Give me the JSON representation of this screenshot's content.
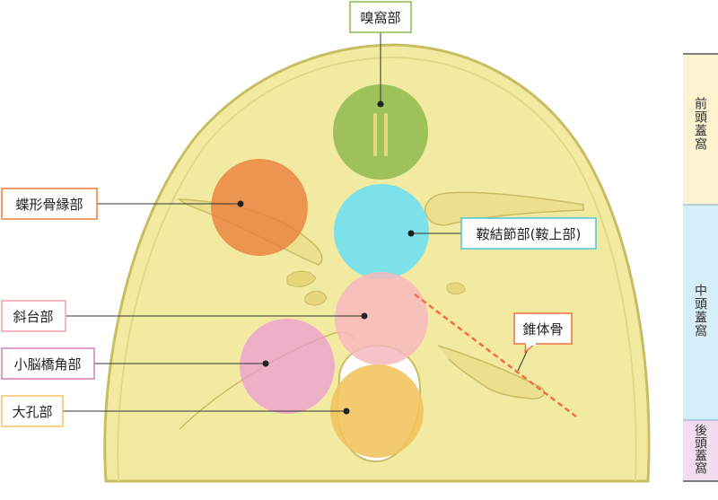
{
  "labels": {
    "olfactory": "嗅窩部",
    "sphenoid_ridge": "蝶形骨縁部",
    "tuberculum": "鞍結節部(鞍上部)",
    "clivus": "斜台部",
    "cpa": "小脳橋角部",
    "foramen_magnum": "大孔部",
    "petrous": "錐体骨"
  },
  "fossa": {
    "anterior": "前頭蓋窩",
    "middle": "中頭蓋窩",
    "posterior": "後頭蓋窩"
  },
  "colors": {
    "skull_fill": "#f3eaa2",
    "skull_edge": "#c9bd62",
    "olfactory": "#8dbb4f",
    "sphenoid_ridge": "#ea7f3c",
    "tuberculum": "#6fe0ef",
    "clivus": "#f7b8be",
    "cpa": "#ec9cd1",
    "foramen_magnum": "#f2c45f",
    "petrous": "#f07040",
    "anterior_band": "#fdf3d0",
    "middle_band": "#d6eefa",
    "posterior_band": "#f4dcf0"
  }
}
